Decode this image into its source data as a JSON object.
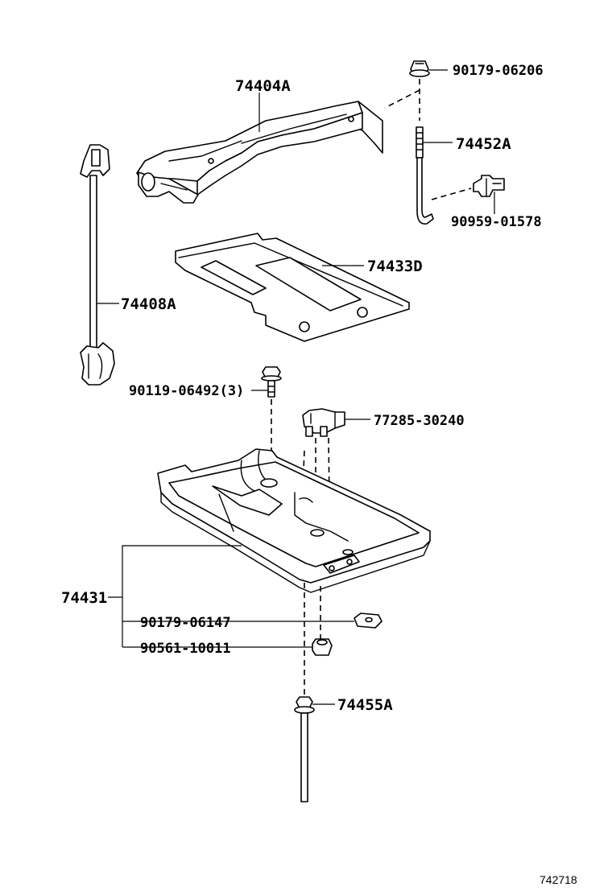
{
  "diagram": {
    "figure_id": "742718",
    "parts": [
      {
        "id": "p1",
        "number": "90179-06206"
      },
      {
        "id": "p2",
        "number": "74404A"
      },
      {
        "id": "p3",
        "number": "74452A"
      },
      {
        "id": "p4",
        "number": "90959-01578"
      },
      {
        "id": "p5",
        "number": "74433D"
      },
      {
        "id": "p6",
        "number": "74408A"
      },
      {
        "id": "p7",
        "number": "90119-06492(3)"
      },
      {
        "id": "p8",
        "number": "77285-30240"
      },
      {
        "id": "p9",
        "number": "74431"
      },
      {
        "id": "p10",
        "number": "90179-06147"
      },
      {
        "id": "p11",
        "number": "90561-10011"
      },
      {
        "id": "p12",
        "number": "74455A"
      }
    ]
  }
}
